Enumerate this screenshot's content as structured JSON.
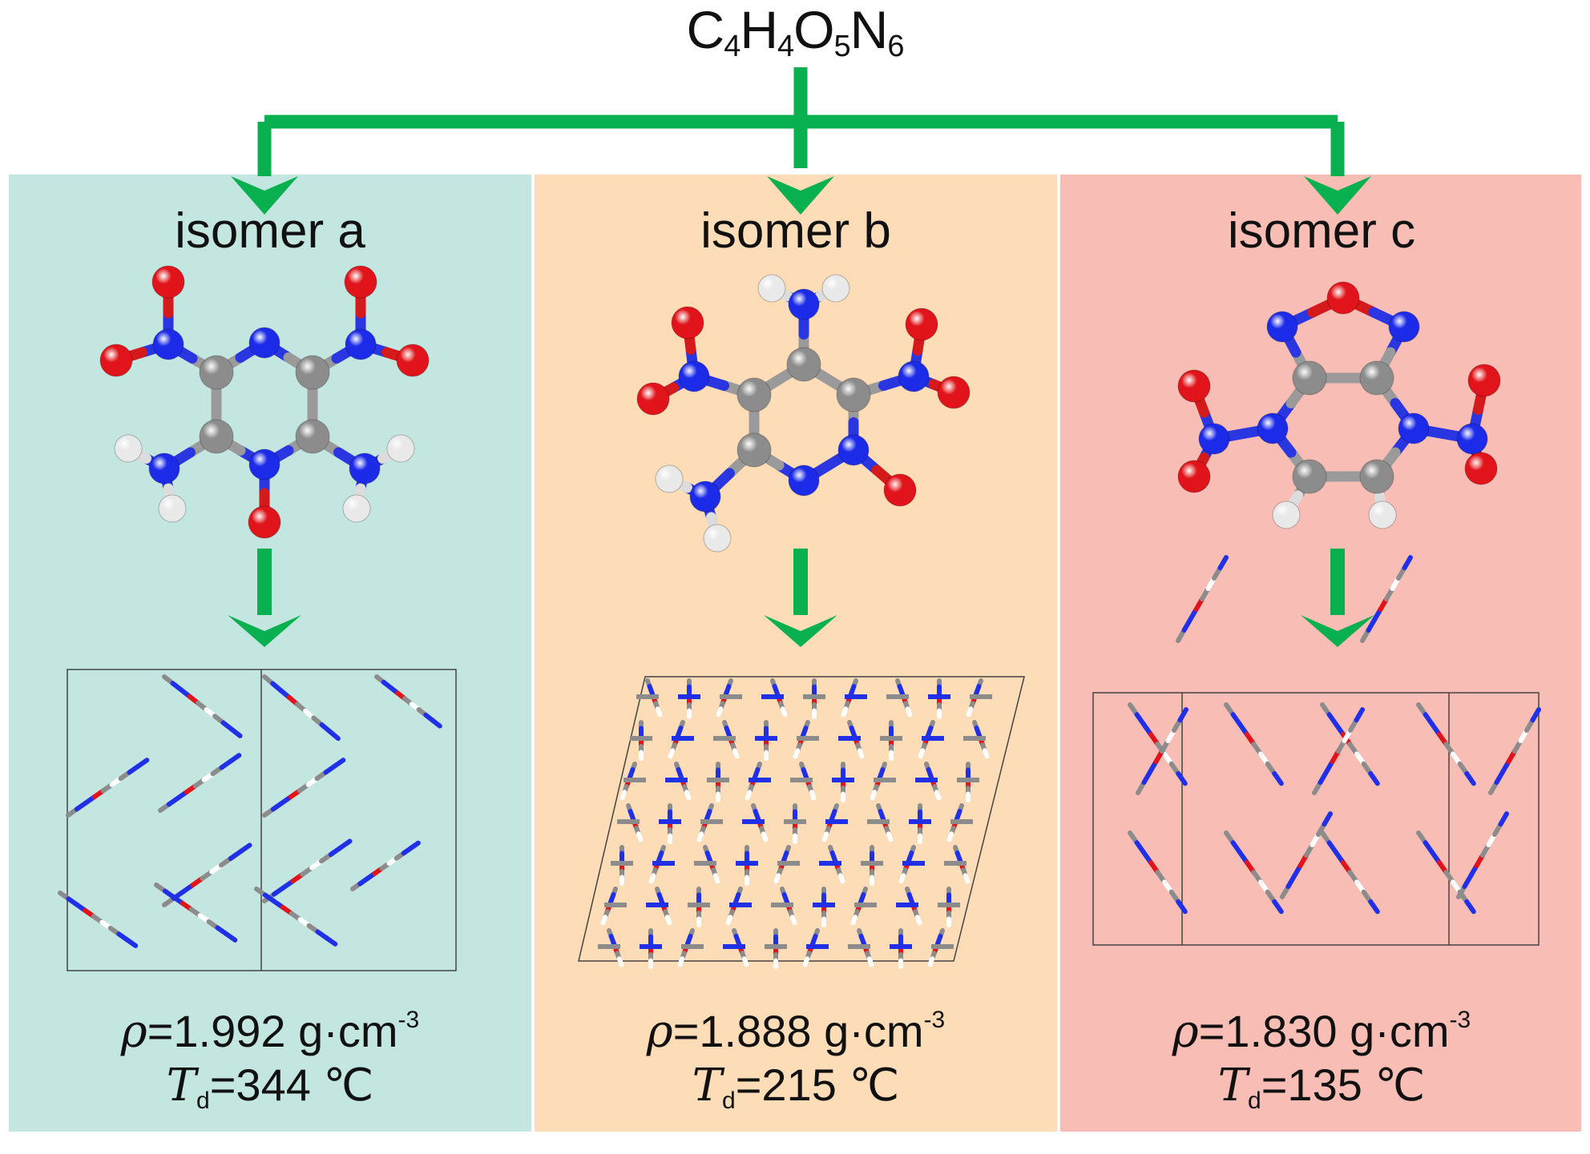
{
  "formula": {
    "C": "C",
    "c_n": "4",
    "H": "H",
    "h_n": "4",
    "O": "O",
    "o_n": "5",
    "N": "N",
    "n_n": "6"
  },
  "colors": {
    "arrow": "#09b04f",
    "panel_a": "#c4e6e1",
    "panel_b": "#fddcb8",
    "panel_c": "#f8bdb5",
    "carbon": "#8c8c8c",
    "nitrogen": "#1c2be8",
    "oxygen": "#e0141a",
    "hydrogen": "#e9e9e9"
  },
  "isomers": [
    {
      "title": "isomer a",
      "rho_sym": "ρ",
      "rho_val": "=1.992 g·cm",
      "rho_exp": "-3",
      "td_sym": "T",
      "td_sub": "d",
      "td_val": "=344 ℃"
    },
    {
      "title": "isomer b",
      "rho_sym": "ρ",
      "rho_val": "=1.888 g·cm",
      "rho_exp": "-3",
      "td_sym": "T",
      "td_sub": "d",
      "td_val": "=215 ℃"
    },
    {
      "title": "isomer c",
      "rho_sym": "ρ",
      "rho_val": "=1.830 g·cm",
      "rho_exp": "-3",
      "td_sym": "T",
      "td_sub": "d",
      "td_val": "=135 ℃"
    }
  ],
  "icons": [
    "arrow-down-icon",
    "molecule-ball-and-stick",
    "crystal-packing"
  ]
}
